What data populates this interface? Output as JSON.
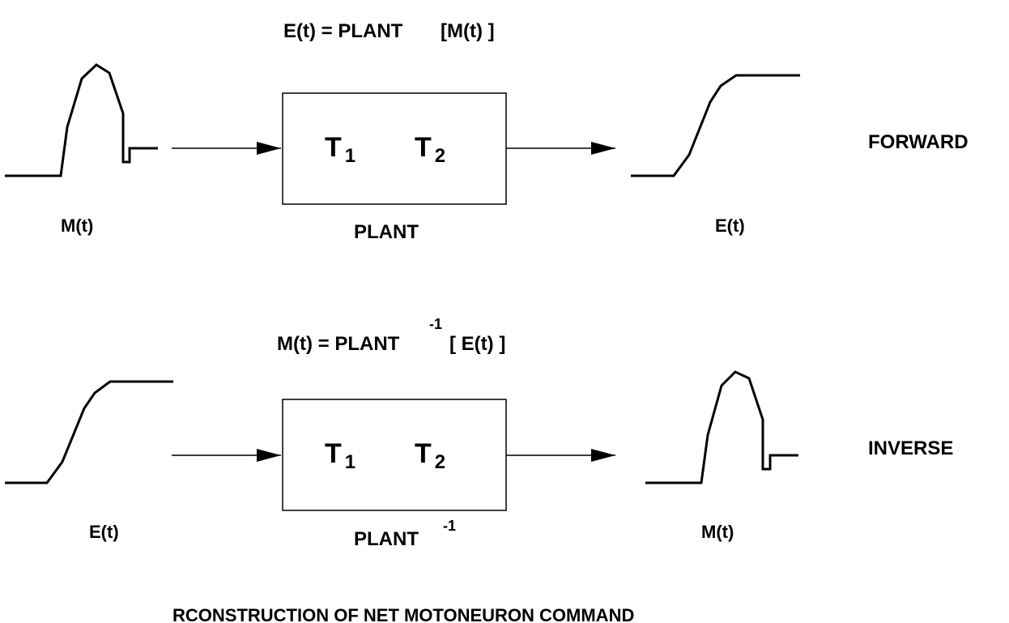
{
  "forward": {
    "equation": {
      "lhs": "E(t) = PLANT",
      "arg": "[M(t) ]"
    },
    "input_label": "M(t)",
    "output_label": "E(t)",
    "box": {
      "t1": "T",
      "t1_sub": "1",
      "t2": "T",
      "t2_sub": "2"
    },
    "box_label": "PLANT",
    "mode_label": "FORWARD"
  },
  "inverse": {
    "equation": {
      "lhs": "M(t) = PLANT",
      "exp": "-1",
      "arg": "[ E(t) ]"
    },
    "input_label": "E(t)",
    "output_label": "M(t)",
    "box": {
      "t1": "T",
      "t1_sub": "1",
      "t2": "T",
      "t2_sub": "2"
    },
    "box_label": "PLANT",
    "box_label_exp": "-1",
    "mode_label": "INVERSE"
  },
  "caption": "RCONSTRUCTION OF NET MOTONEURON COMMAND"
}
